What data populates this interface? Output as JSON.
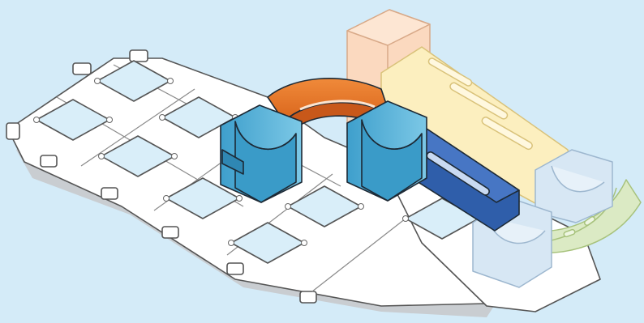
{
  "scene": {
    "background": "#d4ebf8",
    "description_visible_text": "",
    "base_grid": {
      "tile_color": "#ffffff",
      "tile_outline": "#5a5a5a",
      "window_fill": "#d9eef9",
      "shadow_color": "#b9bcbf",
      "rows": 2,
      "columns": 4,
      "extra_right_tiles": 2
    },
    "parts": [
      {
        "id": "curve-orange",
        "role": "highlighted curved track piece",
        "color": "#e8772a",
        "state": "active"
      },
      {
        "id": "support-left",
        "role": "highlighted support cradle",
        "color": "#56b2d8",
        "state": "active"
      },
      {
        "id": "support-right",
        "role": "highlighted support cradle",
        "color": "#56b2d8",
        "state": "active"
      },
      {
        "id": "straight-blue",
        "role": "highlighted straight track piece",
        "color": "#2f5eaa",
        "state": "active"
      },
      {
        "id": "tower-peach",
        "role": "faded tower block",
        "color": "#fbd9bf",
        "state": "faded"
      },
      {
        "id": "slide-yellow",
        "role": "faded slide track",
        "color": "#fcefbf",
        "state": "faded"
      },
      {
        "id": "curve-green",
        "role": "faded curved basin",
        "color": "#dbeac4",
        "state": "faded"
      },
      {
        "id": "support-faded-a",
        "role": "faded support cradle",
        "color": "#d7e7f4",
        "state": "faded"
      },
      {
        "id": "support-faded-b",
        "role": "faded support cradle",
        "color": "#d7e7f4",
        "state": "faded"
      }
    ]
  }
}
